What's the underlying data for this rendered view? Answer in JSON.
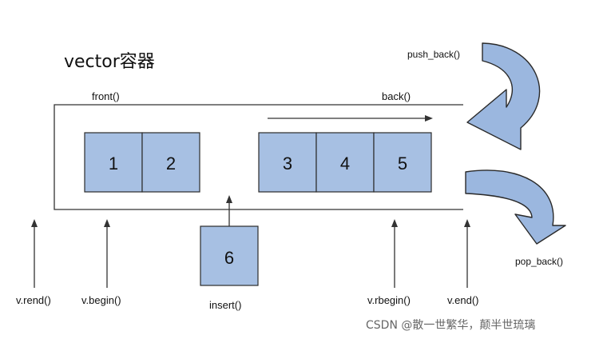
{
  "title": "vector容器",
  "labels": {
    "front": "front()",
    "back": "back()",
    "push_back": "push_back()",
    "pop_back": "pop_back()",
    "rend": "v.rend()",
    "begin": "v.begin()",
    "insert": "insert()",
    "rbegin": "v.rbegin()",
    "end": "v.end()"
  },
  "cells": [
    "1",
    "2",
    "3",
    "4",
    "5"
  ],
  "insert_cell": "6",
  "watermark": "CSDN @散一世繁华，颠半世琉璃",
  "colors": {
    "cell_fill": "#a7c0e3",
    "cell_stroke": "#2b2b2b",
    "arrow_fill": "#9bb7df",
    "arrow_stroke": "#2a2a2a",
    "line": "#333333"
  }
}
